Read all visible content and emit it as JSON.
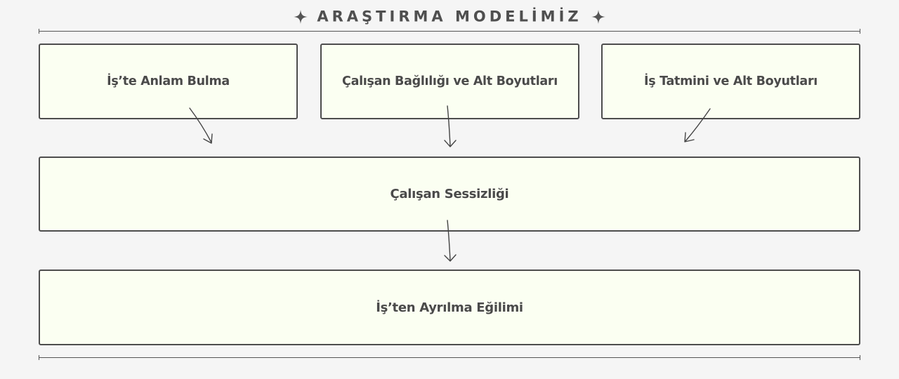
{
  "title": "ARAŞTIRMA MODELİMİZ",
  "boxes": {
    "meaning": "İş’te Anlam Bulma",
    "engagement": "Çalışan Bağlılığı ve Alt Boyutları",
    "satisfaction": "İş Tatmini ve Alt Boyutları",
    "silence": "Çalışan Sessizliği",
    "turnover": "İş’ten Ayrılma Eğilimi"
  },
  "colors": {
    "box_fill": "#fbfff2",
    "box_border": "#4d4d4d",
    "background": "#f5f5f5",
    "text": "#4a4a4a"
  },
  "icons": {
    "title_decoration": "four-point-star-icon"
  }
}
